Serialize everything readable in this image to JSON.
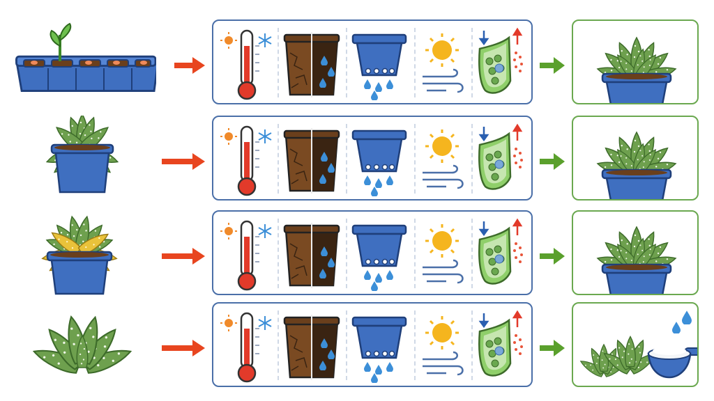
{
  "figure": {
    "rows": [
      {
        "id": "seedlings",
        "left_subject": "seedling-tray",
        "result_subject": "healthy-potted-succulent"
      },
      {
        "id": "drooping",
        "left_subject": "drooping-potted-succulent",
        "result_subject": "healthy-potted-succulent"
      },
      {
        "id": "yellowing",
        "left_subject": "yellowing-potted-succulent",
        "result_subject": "healthy-potted-succulent"
      },
      {
        "id": "leaf-cuttings",
        "left_subject": "succulent-leaves",
        "result_subject": "succulent-rosettes-with-fertilizer"
      }
    ],
    "condition_icons": [
      "temperature-icon",
      "soil-moisture-icon",
      "drainage-pot-icon",
      "sun-wind-icon",
      "leaf-cell-transpiration-icon"
    ],
    "colors": {
      "panel_border": "#4a6fa8",
      "result_border": "#6aa84f",
      "arrow_in": "#e8451f",
      "arrow_out": "#5aa02c",
      "pot_blue": "#3f6fc0",
      "leaf_green": "#6ea04e",
      "soil_brown": "#7a4a22",
      "sun_yellow": "#f5b51e",
      "water_blue": "#3c8fd8"
    }
  }
}
